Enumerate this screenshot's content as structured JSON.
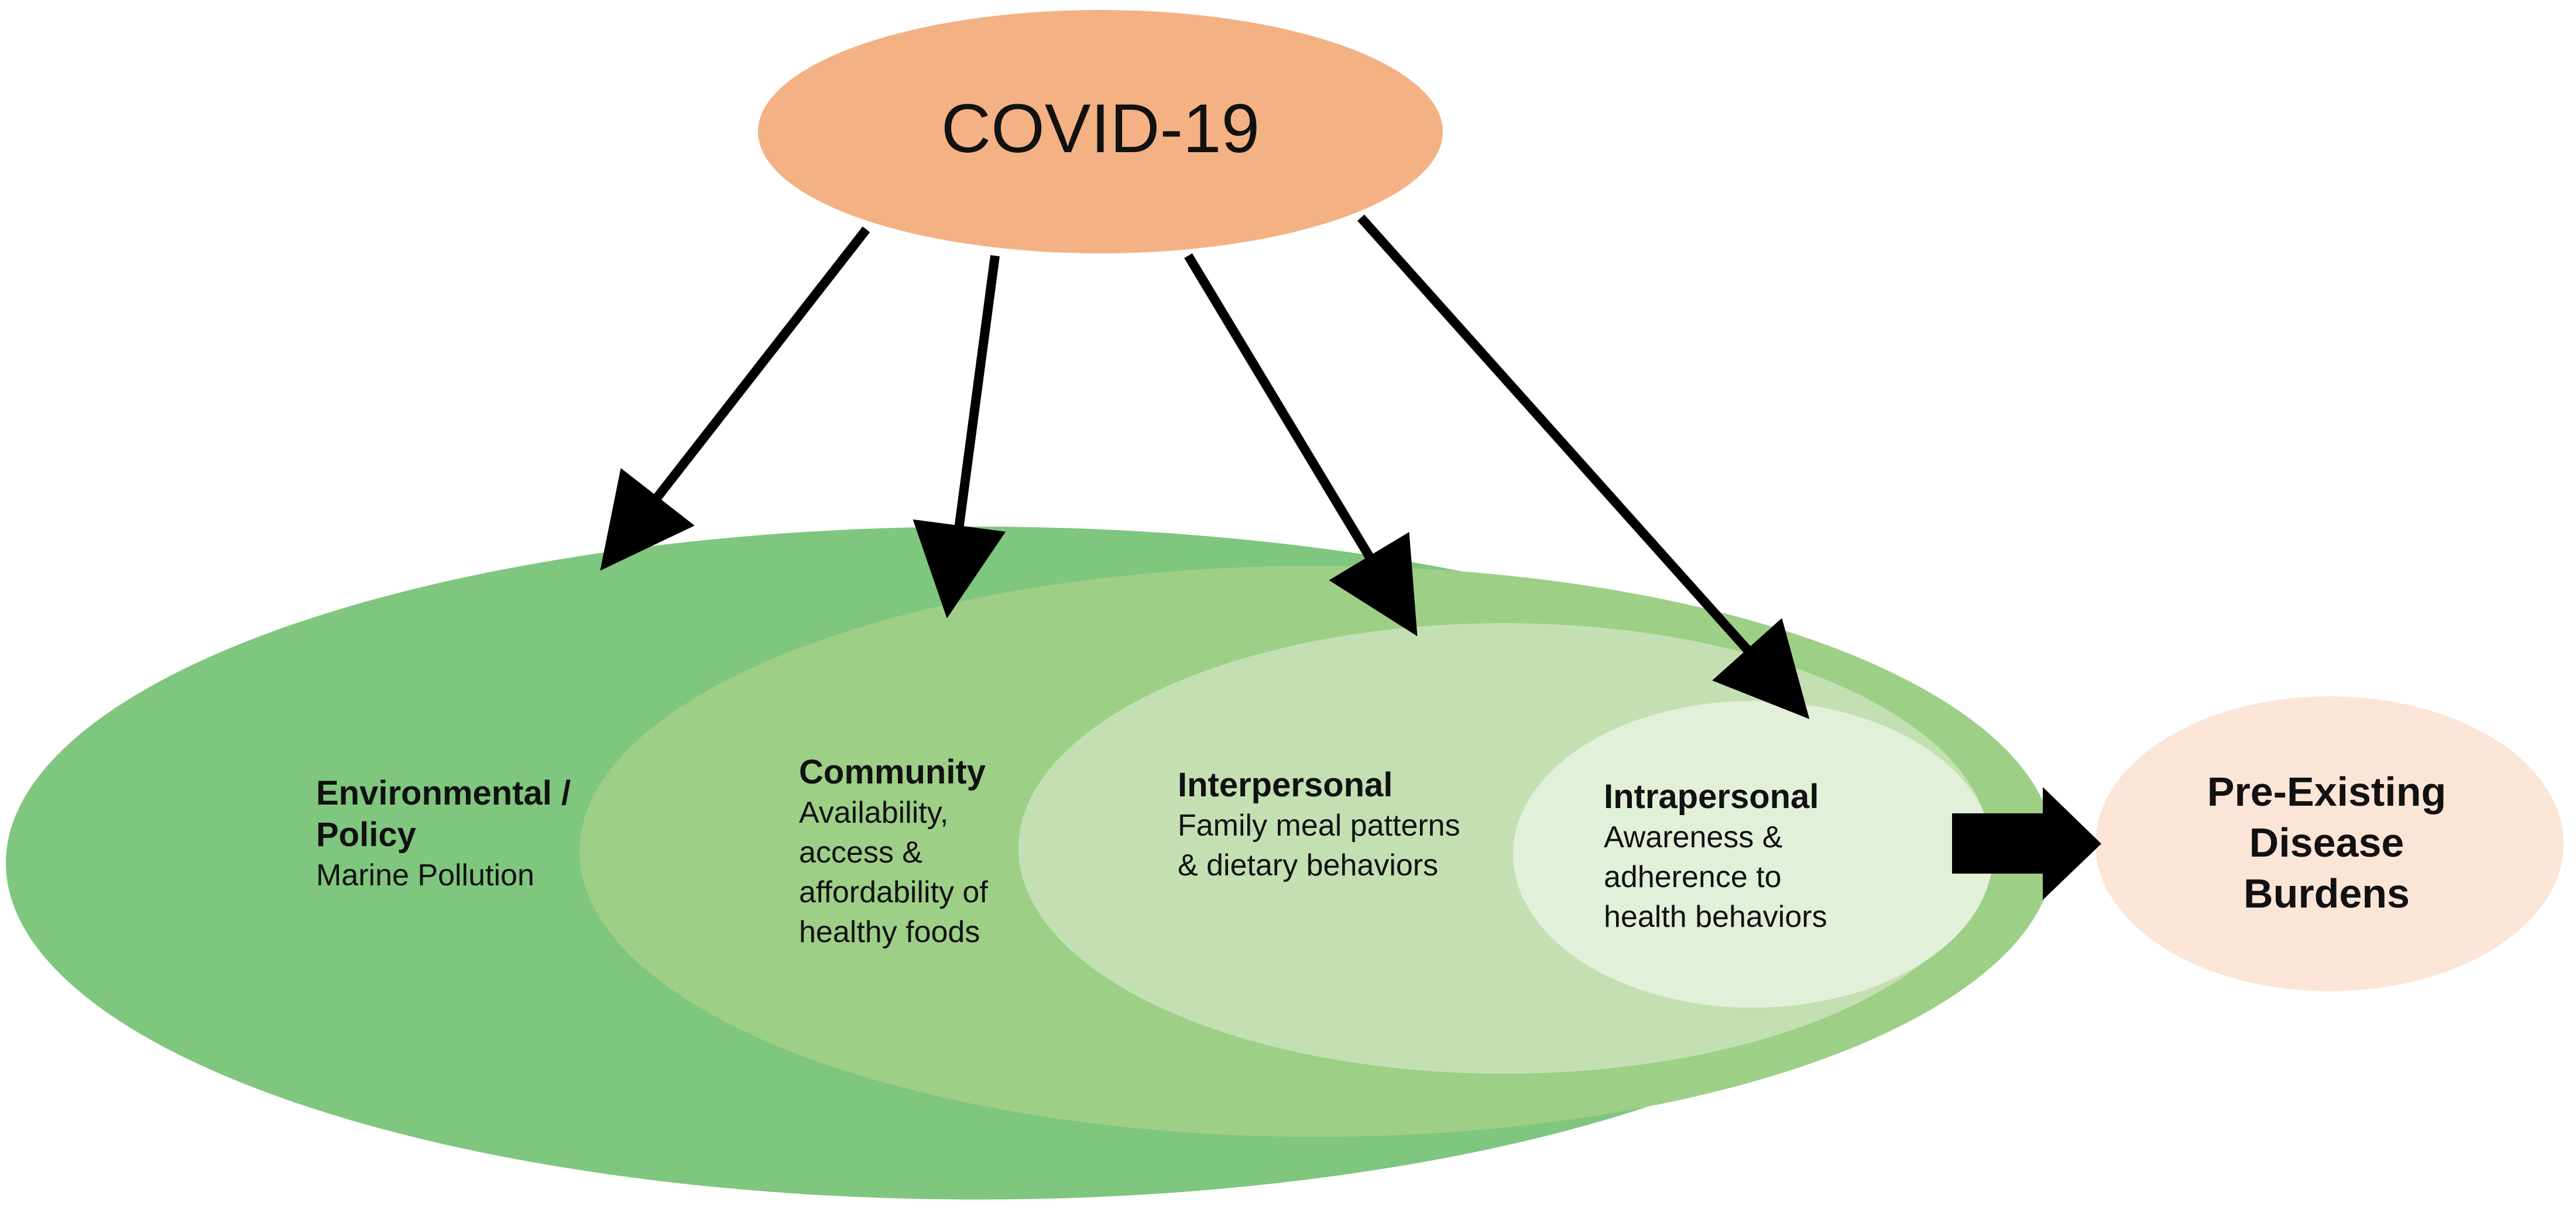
{
  "source_node": {
    "label": "COVID-19"
  },
  "levels": [
    {
      "id": "environmental",
      "title": "Environmental /\nPolicy",
      "description": "Marine Pollution"
    },
    {
      "id": "community",
      "title": "Community",
      "description": "Availability,\naccess &\naffordability of\nhealthy foods"
    },
    {
      "id": "interpersonal",
      "title": "Interpersonal",
      "description": "Family meal patterns\n& dietary behaviors"
    },
    {
      "id": "intrapersonal",
      "title": "Intrapersonal",
      "description": "Awareness &\nadherence to\nhealth behaviors"
    }
  ],
  "outcome_node": {
    "label": "Pre-Existing\nDisease\nBurdens"
  },
  "colors": {
    "source_fill": "#f4b183",
    "environmental_fill": "#7fc67e",
    "community_fill": "#9ecf87",
    "interpersonal_fill": "#c4e0b3",
    "intrapersonal_fill": "#e2f0d9",
    "outcome_fill": "#fbe5d6",
    "arrow": "#000000"
  }
}
